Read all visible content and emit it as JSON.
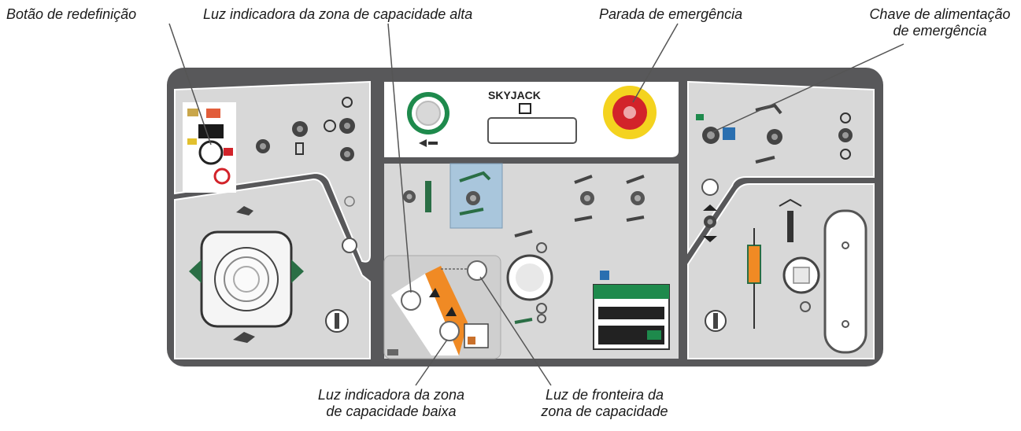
{
  "callouts": {
    "reset_button": "Botão de redefinição",
    "high_capacity_light": "Luz indicadora da zona de capacidade alta",
    "emergency_stop": "Parada de emergência",
    "emergency_power_switch": [
      "Chave de alimentação",
      "de emergência"
    ],
    "low_capacity_light": [
      "Luz indicadora da zona",
      "de capacidade baixa"
    ],
    "capacity_boundary_light": [
      "Luz de fronteira da",
      "zona de capacidade"
    ]
  },
  "panel": {
    "logo": "SKYJACK"
  },
  "colors": {
    "frame": "#58585a",
    "panel": "#d8d8d8",
    "accent_green": "#1e8a4c",
    "stop_red": "#d2232a",
    "stop_yellow": "#f4d31f",
    "zone_orange": "#f08a24",
    "highlight_blue": "#a9c6dc"
  }
}
